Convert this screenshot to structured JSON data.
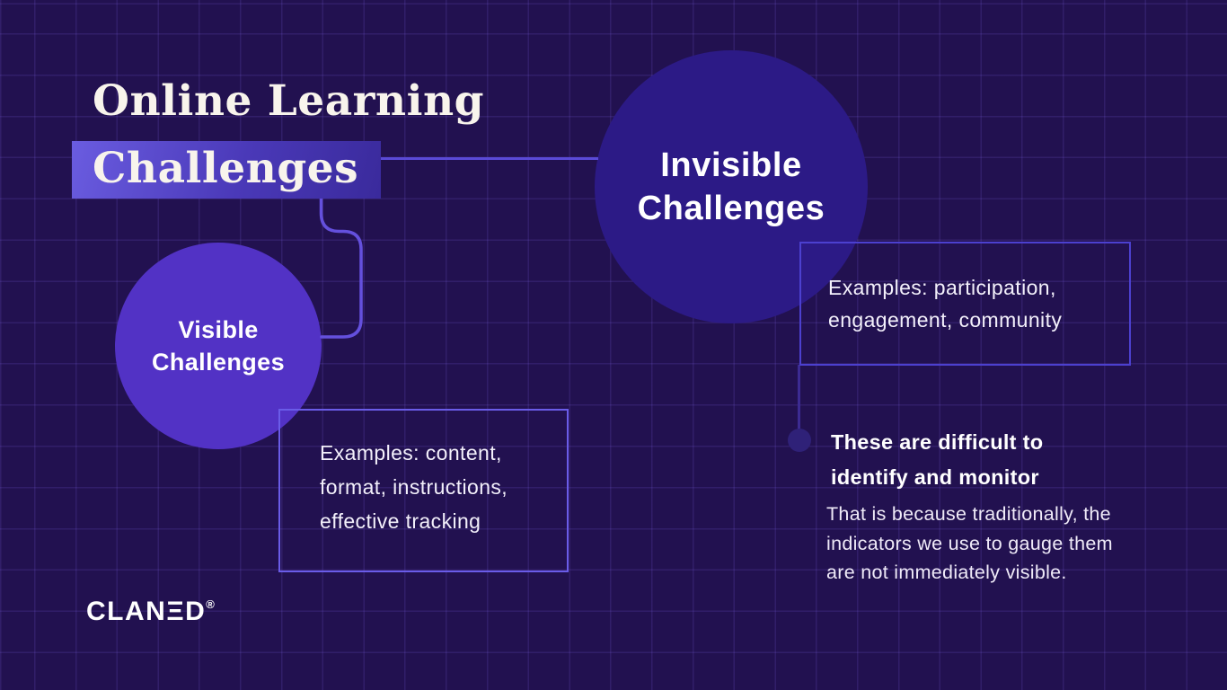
{
  "palette": {
    "background": "#221150",
    "grid_line": "#32205f",
    "title_text": "#f8f4ec",
    "title_highlight_from": "#6a5ce0",
    "title_highlight_to": "#3a2a9c",
    "visible_circle": "#5232c5",
    "invisible_circle": "#2c1a86",
    "left_box_border": "#6a5ce8",
    "right_box_border": "#4c40cf",
    "connector_bright": "#6450dd",
    "connector_dark": "#3c2b92",
    "bullet_dot": "#2f2178",
    "body_text": "#efeaf8"
  },
  "header": {
    "title_line1": "Online Learning",
    "title_line2": "Challenges"
  },
  "visible": {
    "circle_line1": "Visible",
    "circle_line2": "Challenges",
    "examples_line1": "Examples: content,",
    "examples_line2": "format, instructions,",
    "examples_line3": "effective tracking"
  },
  "invisible": {
    "circle_line1": "Invisible",
    "circle_line2": "Challenges",
    "examples_line1": "Examples: participation,",
    "examples_line2": "engagement, community",
    "note_heading_line1": "These are difficult to",
    "note_heading_line2": "identify and monitor",
    "note_body_line1": "That is because traditionally, the",
    "note_body_line2": "indicators we use to gauge them",
    "note_body_line3": "are not immediately visible."
  },
  "footer": {
    "brand": "CLANΞD",
    "brand_mark": "®"
  }
}
